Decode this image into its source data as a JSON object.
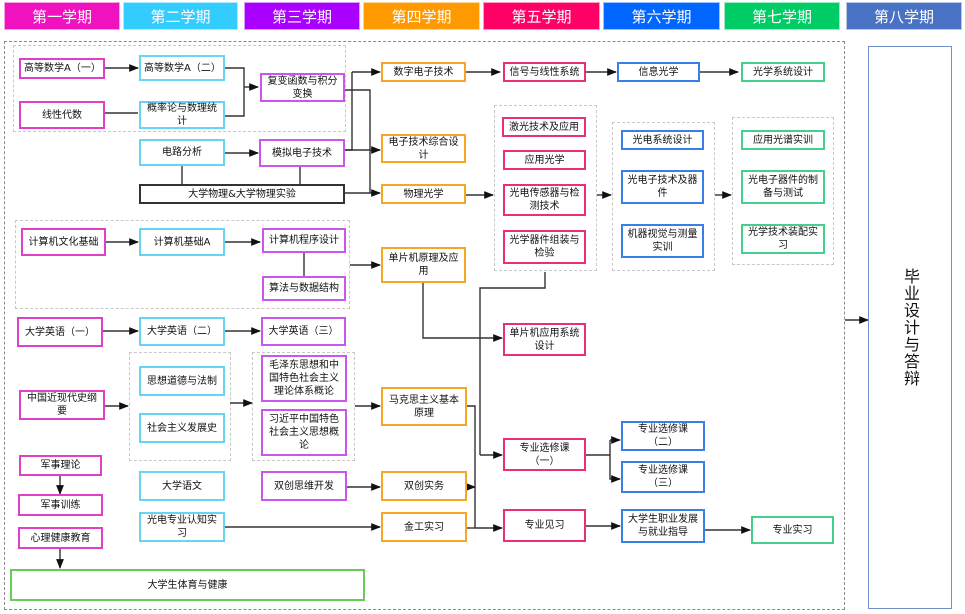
{
  "semesters": [
    {
      "label": "第一学期",
      "color": "#f012be"
    },
    {
      "label": "第二学期",
      "color": "#33ccff"
    },
    {
      "label": "第三学期",
      "color": "#aa00ff"
    },
    {
      "label": "第四学期",
      "color": "#ff9900"
    },
    {
      "label": "第五学期",
      "color": "#ff0066"
    },
    {
      "label": "第六学期",
      "color": "#0066ff"
    },
    {
      "label": "第七学期",
      "color": "#00cc66"
    },
    {
      "label": "第八学期",
      "color": "#4a72c4"
    }
  ],
  "border_colors": {
    "s1": "#e040c8",
    "s2": "#66d4f2",
    "s3": "#cc55ee",
    "s4": "#f5a623",
    "s5": "#e8307a",
    "s6": "#3a7ee8",
    "s7": "#44d08a",
    "plain": "#333333",
    "green": "#66cc55"
  },
  "courses": {
    "gdsx1": "高等数学A（一）",
    "xxds": "线性代数",
    "gdsx2": "高等数学A（二）",
    "gll": "概率论与数理统计",
    "fbhs": "复变函数与积分变换",
    "dlfx": "电路分析",
    "mndz": "模拟电子技术",
    "dxwl": "大学物理&大学物理实验",
    "szdz": "数字电子技术",
    "dzzh": "电子技术综合设计",
    "wlgx": "物理光学",
    "xhxt": "信号与线性系统",
    "jgjs": "激光技术及应用",
    "yygx": "应用光学",
    "gdcg": "光电传感器与检测技术",
    "gxqj": "光学器件组装与检验",
    "xxgx": "信息光学",
    "gdxt": "光电系统设计",
    "gdzjs": "光电子技术及器件",
    "jqsj": "机器视觉与测量实训",
    "gxxt": "光学系统设计",
    "yygp": "应用光谱实训",
    "gdzqj": "光电子器件的制备与测试",
    "gxzp": "光学技术装配实习",
    "jsjwh": "计算机文化基础",
    "jsjjc": "计算机基础A",
    "jsjcx": "计算机程序设计",
    "sfsj": "算法与数据结构",
    "dpj": "单片机原理及应用",
    "dpjyy": "单片机应用系统设计",
    "dxyy1": "大学英语（一）",
    "dxyy2": "大学英语（二）",
    "dxyy3": "大学英语（三）",
    "zgjxd": "中国近现代史纲要",
    "sxdd": "思想道德与法制",
    "shzy": "社会主义发展史",
    "mzd": "毛泽东思想和中国特色社会主义理论体系概论",
    "xjp": "习近平中国特色社会主义思想概论",
    "mks": "马克思主义基本原理",
    "zyxx1": "专业选修课（一）",
    "zyxx2": "专业选修课（二）",
    "zyxx3": "专业选修课（三）",
    "jsll": "军事理论",
    "jsxl": "军事训练",
    "xljk": "心理健康教育",
    "dxyw": "大学语文",
    "scsw": "双创思维开发",
    "scsw2": "双创实务",
    "gdzy": "光电专业认知实习",
    "jgsx": "金工实习",
    "zyjx": "专业见习",
    "zyfz": "大学生职业发展与就业指导",
    "zysx": "专业实习",
    "tyjk": "大学生体育与健康"
  },
  "final": "毕业设计与答辩"
}
